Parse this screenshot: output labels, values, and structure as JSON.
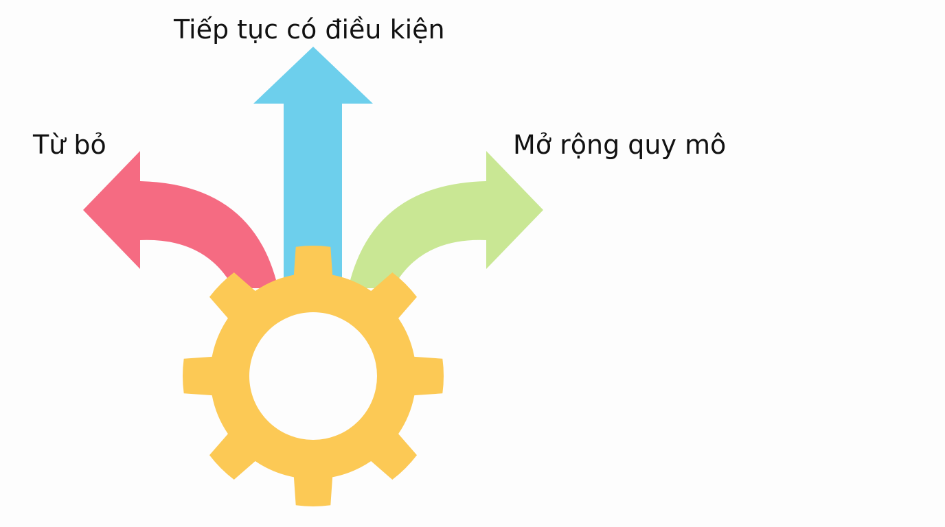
{
  "labels": {
    "abandon": "Từ bỏ",
    "continue": "Tiếp tục có điều kiện",
    "scale": "Mở rộng quy mô"
  },
  "colors": {
    "background": "#fdfdfd",
    "abandon_arrow": "#f56b82",
    "continue_arrow": "#6dcfec",
    "scale_arrow": "#c9e794",
    "gear": "#fcc955",
    "text": "#111111"
  },
  "icons": {
    "left_arrow": "curved-arrow-left-icon",
    "up_arrow": "arrow-up-icon",
    "right_arrow": "curved-arrow-right-icon",
    "gear": "gear-icon"
  }
}
